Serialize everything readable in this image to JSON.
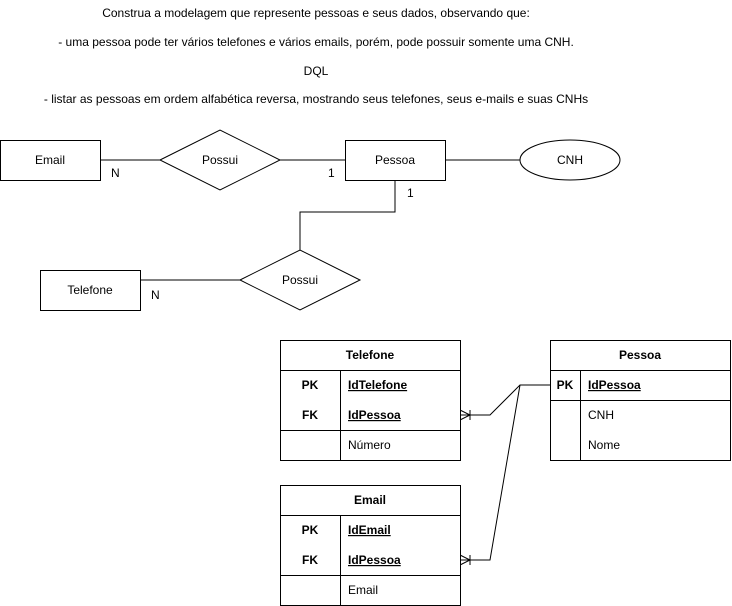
{
  "notes": {
    "line1": "Construa a modelagem que represente pessoas e seus dados, observando que:",
    "line2": "- uma pessoa pode ter vários telefones e vários emails, porém, pode possuir somente uma CNH.",
    "line3": "DQL",
    "line4": "- listar as pessoas em ordem alfabética reversa, mostrando seus telefones, seus e-mails e suas CNHs"
  },
  "conceptual": {
    "entity_email": "Email",
    "entity_pessoa": "Pessoa",
    "entity_telefone": "Telefone",
    "attribute_cnh": "CNH",
    "relationship_top": "Possui",
    "relationship_bottom": "Possui",
    "card_email": "N",
    "card_pessoa_left": "1",
    "card_pessoa_bottom": "1",
    "card_telefone": "N"
  },
  "tables": {
    "telefone": {
      "title": "Telefone",
      "rows": [
        {
          "key": "PK",
          "field": "IdTelefone"
        },
        {
          "key": "FK",
          "field": "IdPessoa"
        },
        {
          "key": "",
          "field": "Número"
        }
      ]
    },
    "email": {
      "title": "Email",
      "rows": [
        {
          "key": "PK",
          "field": "IdEmail"
        },
        {
          "key": "FK",
          "field": "IdPessoa"
        },
        {
          "key": "",
          "field": "Email"
        }
      ]
    },
    "pessoa": {
      "title": "Pessoa",
      "rows": [
        {
          "key": "PK",
          "field": "IdPessoa"
        },
        {
          "key": "",
          "field": "CNH"
        },
        {
          "key": "",
          "field": "Nome"
        }
      ]
    }
  }
}
